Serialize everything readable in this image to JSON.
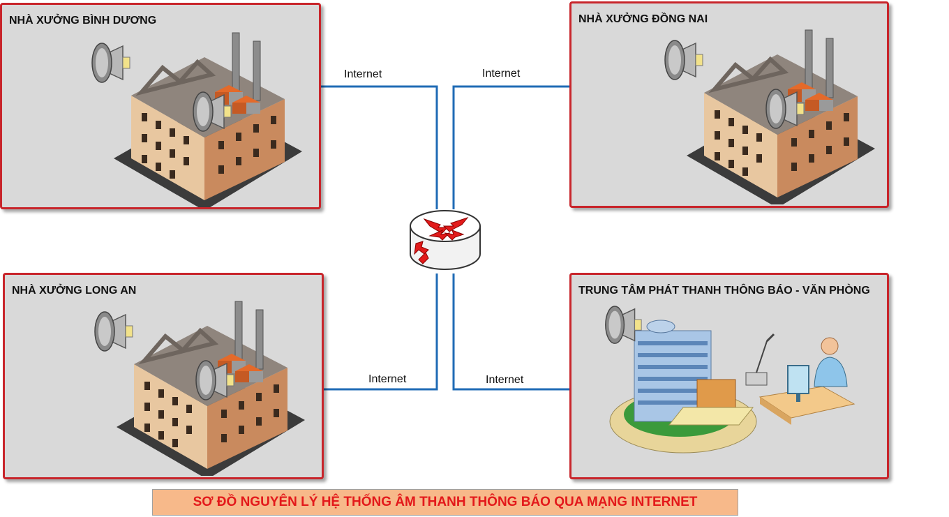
{
  "panels": {
    "binh_duong": {
      "title": "NHÀ XƯỞNG BÌNH DƯƠNG"
    },
    "dong_nai": {
      "title": "NHÀ XƯỞNG ĐỒNG NAI"
    },
    "long_an": {
      "title": "NHÀ XƯỞNG LONG AN"
    },
    "center": {
      "title": "TRUNG TÂM PHÁT THANH THÔNG BÁO - VĂN PHÒNG"
    }
  },
  "links": {
    "top_left": "Internet",
    "top_right": "Internet",
    "bottom_left": "Internet",
    "bottom_right": "Internet"
  },
  "caption": "SƠ ĐỒ NGUYÊN LÝ HỆ THỐNG ÂM THANH THÔNG BÁO QUA MẠNG INTERNET",
  "colors": {
    "panel_border": "#c8252b",
    "wire": "#1f6bb5",
    "caption_bg": "#f7b98a",
    "caption_text": "#e3191b"
  }
}
